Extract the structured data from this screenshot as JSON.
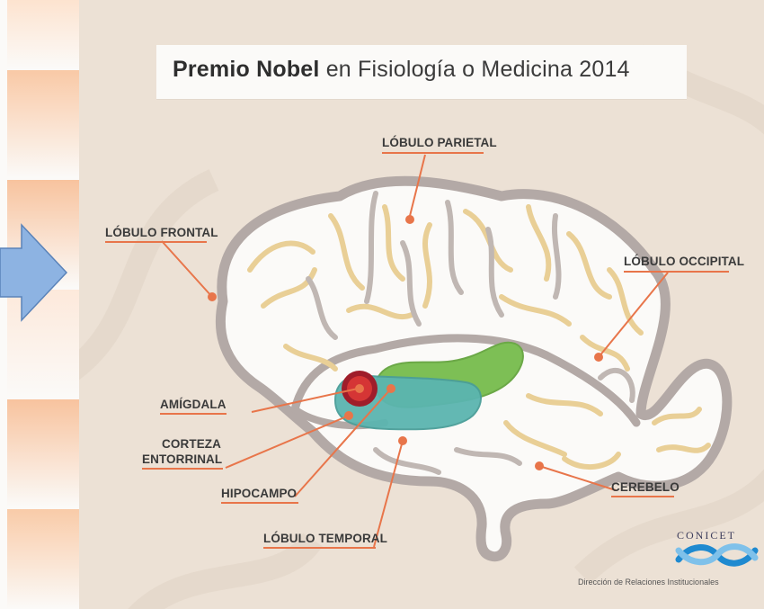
{
  "title": {
    "bold": "Premio Nobel",
    "rest": " en Fisiología o Medicina 2014"
  },
  "labels": {
    "parietal": "LÓBULO PARIETAL",
    "frontal": "LÓBULO FRONTAL",
    "occipital": "LÓBULO OCCIPITAL",
    "amigdala": "AMÍGDALA",
    "corteza_1": "CORTEZA",
    "corteza_2": "ENTORRINAL",
    "hipocampo": "HIPOCAMPO",
    "temporal": "LÓBULO TEMPORAL",
    "cerebelo": "CEREBELO"
  },
  "logo": {
    "name": "CONICET",
    "subtitle": "Dirección de Relaciones Institucionales"
  },
  "colors": {
    "accent": "#e8754a",
    "panel_bg": "#ece1d5",
    "brain_fill": "#fbfaf8",
    "brain_outline": "#b3a9a6",
    "fold_yellow": "#e9cf96",
    "fold_gray": "#c0b7b3",
    "hippocampus": "#5bb5b0",
    "entorhinal": "#7dbf55",
    "amygdala": "#d53535",
    "arrow": "#8db3e2",
    "logo_blue": "#1f8ad0"
  }
}
